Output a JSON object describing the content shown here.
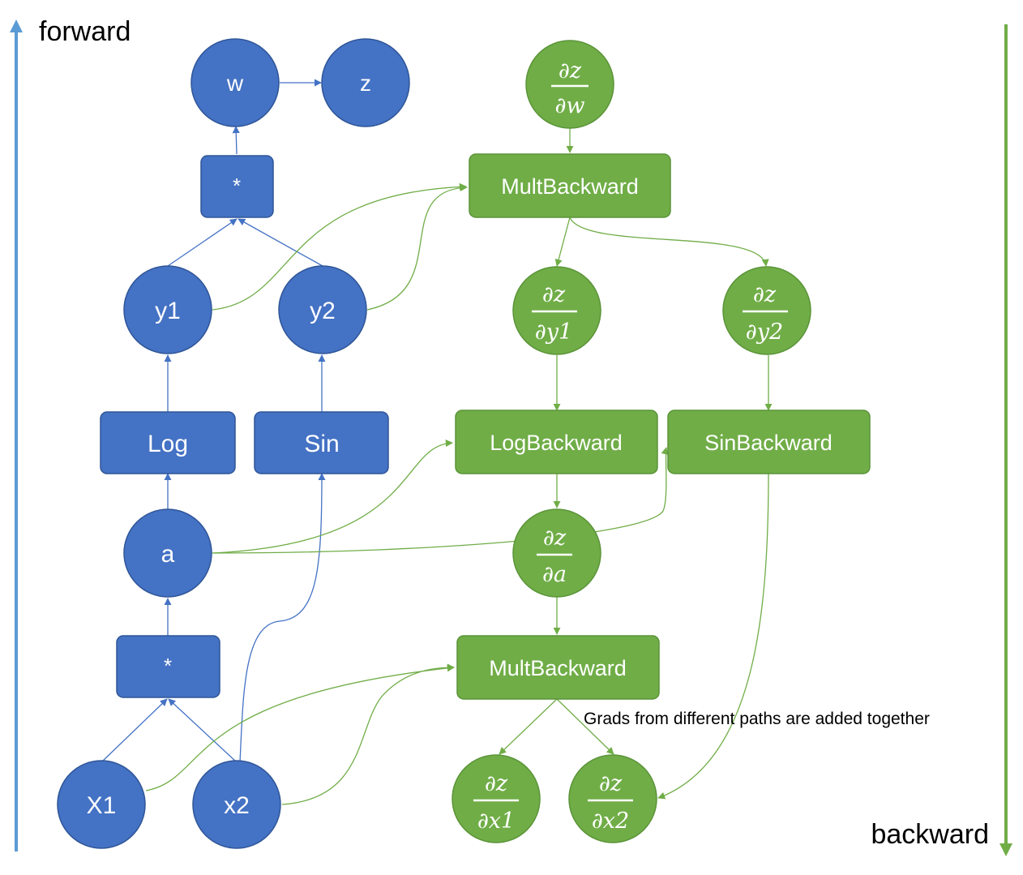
{
  "arrows": {
    "forward_label": "forward",
    "backward_label": "backward"
  },
  "forward_graph": {
    "nodes": {
      "w": "w",
      "z": "z",
      "mul_top": "*",
      "y1": "y1",
      "y2": "y2",
      "log": "Log",
      "sin": "Sin",
      "a": "a",
      "mul_bottom": "*",
      "x1": "X1",
      "x2": "x2"
    }
  },
  "backward_graph": {
    "nodes": {
      "mult_backward_top": "MultBackward",
      "log_backward": "LogBackward",
      "sin_backward": "SinBackward",
      "mult_backward_bottom": "MultBackward"
    },
    "gradients": {
      "dz_dw": {
        "num": "∂z",
        "den": "∂w"
      },
      "dz_dy1": {
        "num": "∂z",
        "den": "∂y1"
      },
      "dz_dy2": {
        "num": "∂z",
        "den": "∂y2"
      },
      "dz_da": {
        "num": "∂z",
        "den": "∂a"
      },
      "dz_dx1": {
        "num": "∂z",
        "den": "∂x1"
      },
      "dz_dx2": {
        "num": "∂z",
        "den": "∂x2"
      }
    },
    "note": "Grads from different paths are added together"
  },
  "colors": {
    "forward": "#4472c4",
    "forward_stroke": "#2f5597",
    "backward": "#70ad47",
    "backward_stroke": "#5a9438",
    "forward_arrow": "#5b9bd5",
    "text_light": "#ffffff",
    "text_dark": "#000000"
  }
}
